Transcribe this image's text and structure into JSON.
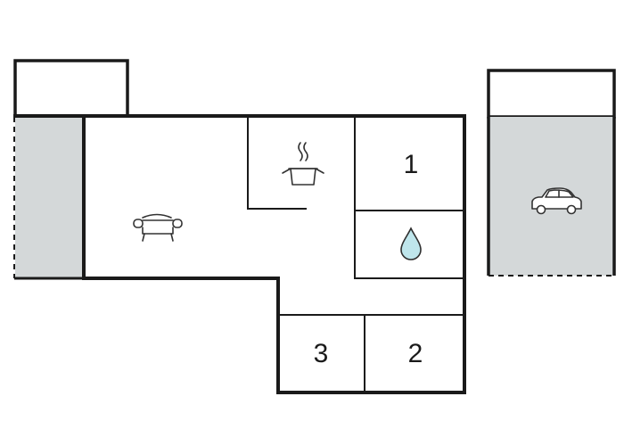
{
  "floorplan": {
    "colors": {
      "wall": "#1a1a1a",
      "outdoor_fill": "#d4d8d9",
      "water_fill": "#bfe6ec",
      "water_stroke": "#2f2f2f",
      "background": "#ffffff"
    },
    "rooms": [
      {
        "id": "bedroom-1",
        "label": "1"
      },
      {
        "id": "bedroom-2",
        "label": "2"
      },
      {
        "id": "bedroom-3",
        "label": "3"
      }
    ],
    "icons": [
      {
        "room": "living-room",
        "name": "sofa-icon"
      },
      {
        "room": "kitchen",
        "name": "cooking-pot-icon"
      },
      {
        "room": "bathroom",
        "name": "water-drop-icon"
      },
      {
        "room": "carport",
        "name": "car-icon"
      }
    ]
  }
}
